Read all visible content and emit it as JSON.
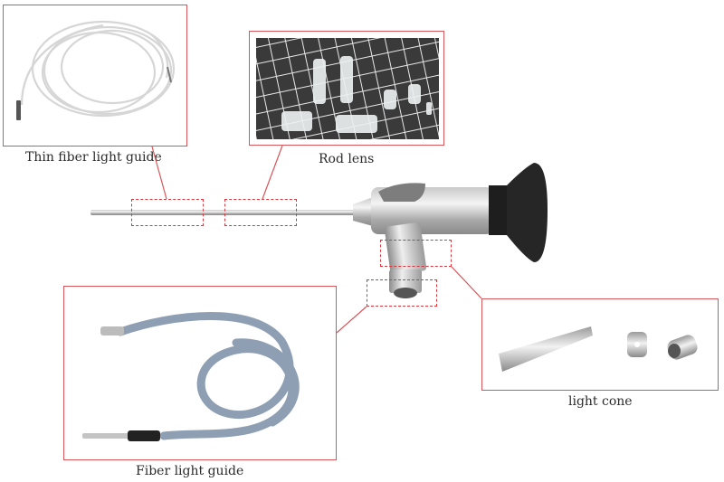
{
  "diagram": {
    "subject": "Rigid endoscope (scope) component breakdown",
    "accent_color": "#d9555a",
    "callouts": [
      {
        "id": "thin-fiber",
        "label": "Thin fiber light guide"
      },
      {
        "id": "rod-lens",
        "label": "Rod  lens"
      },
      {
        "id": "fiber-light-guide",
        "label": "Fiber light guide"
      },
      {
        "id": "light-cone",
        "label": "light cone"
      }
    ],
    "images": [
      {
        "name": "thin-fiber-coil-image",
        "description": "coiled white thin optical fiber"
      },
      {
        "name": "rod-lens-image",
        "description": "glass rod lenses on grid mat"
      },
      {
        "name": "endoscope-image",
        "description": "rigid endoscope with eyepiece and light post"
      },
      {
        "name": "fiber-cable-image",
        "description": "grey-blue coiled fiber light cable"
      },
      {
        "name": "light-cone-image",
        "description": "metal cone and two cylindrical adapters"
      }
    ]
  }
}
